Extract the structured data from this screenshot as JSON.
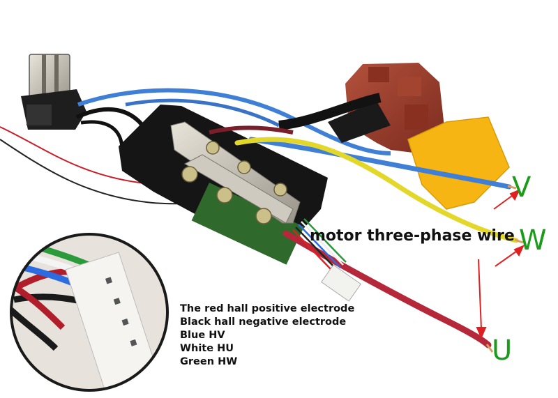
{
  "labels": {
    "phase_title": "motor three-phase wire",
    "phase_v": "V",
    "phase_w": "W",
    "phase_u": "U"
  },
  "legend": [
    "The red hall positive electrode",
    "Black hall negative electrode",
    "Blue HV",
    "White HU",
    "Green HW"
  ],
  "colors": {
    "label_green": "#1a9b1a",
    "arrow_red": "#e02020",
    "motor_wire_blue": "#3f7fd6",
    "motor_wire_yellow": "#e3d72a",
    "motor_wire_red": "#b5283a",
    "switch_body": "#9c3a2a",
    "trigger": "#f6b512"
  }
}
